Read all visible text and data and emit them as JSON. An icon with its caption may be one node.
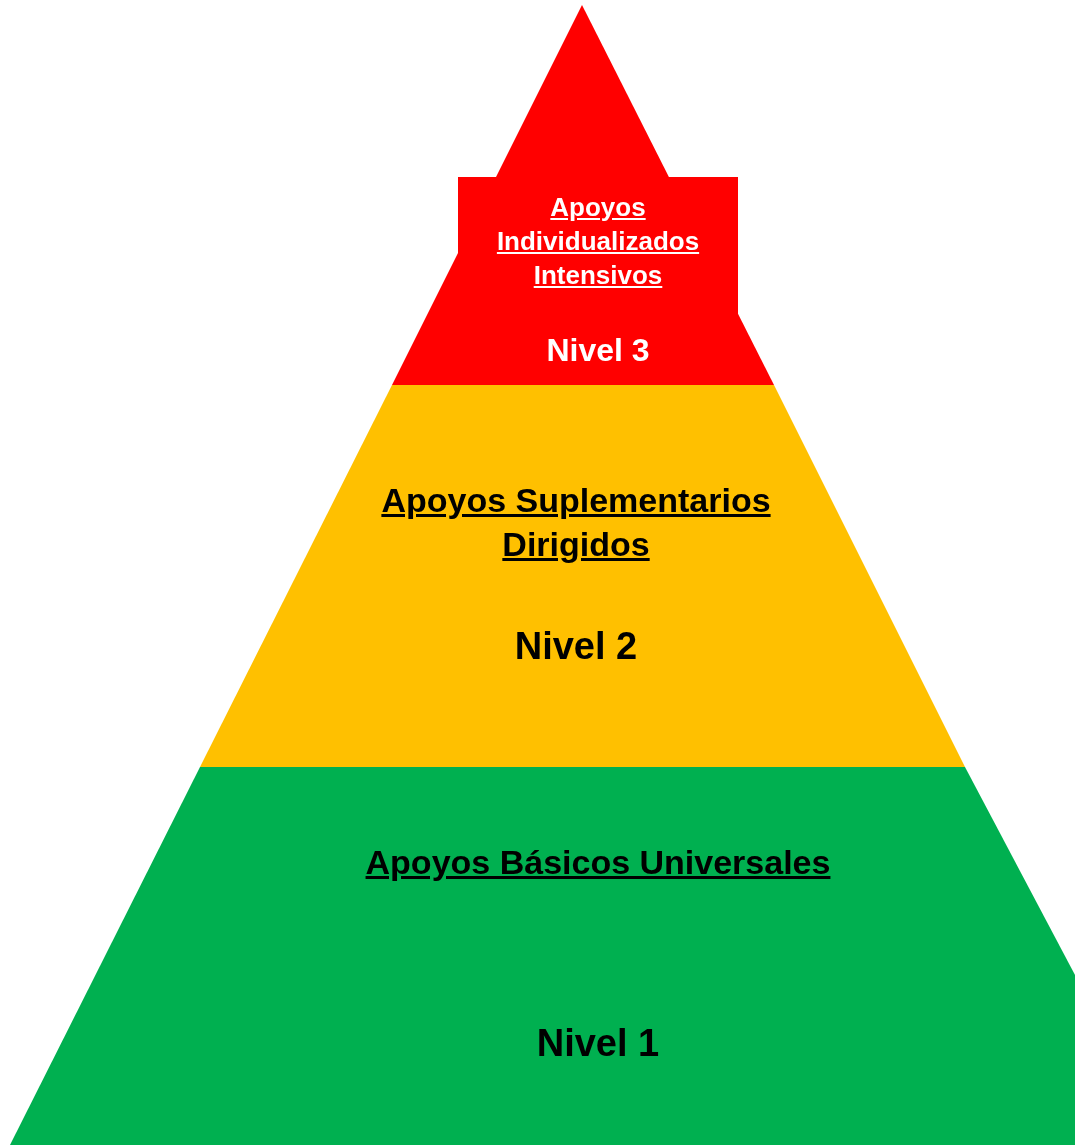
{
  "diagram": {
    "nodes": [
      {
        "text": [
          "Apoyos Individualizados Intensivos",
          "Nivel 3"
        ]
      },
      {
        "text": [
          "Apoyos Suplementarios Dirigidos",
          "Nivel 2"
        ]
      },
      {
        "text": [
          "Apoyos Básicos Universales",
          "Nivel 1"
        ]
      }
    ]
  }
}
